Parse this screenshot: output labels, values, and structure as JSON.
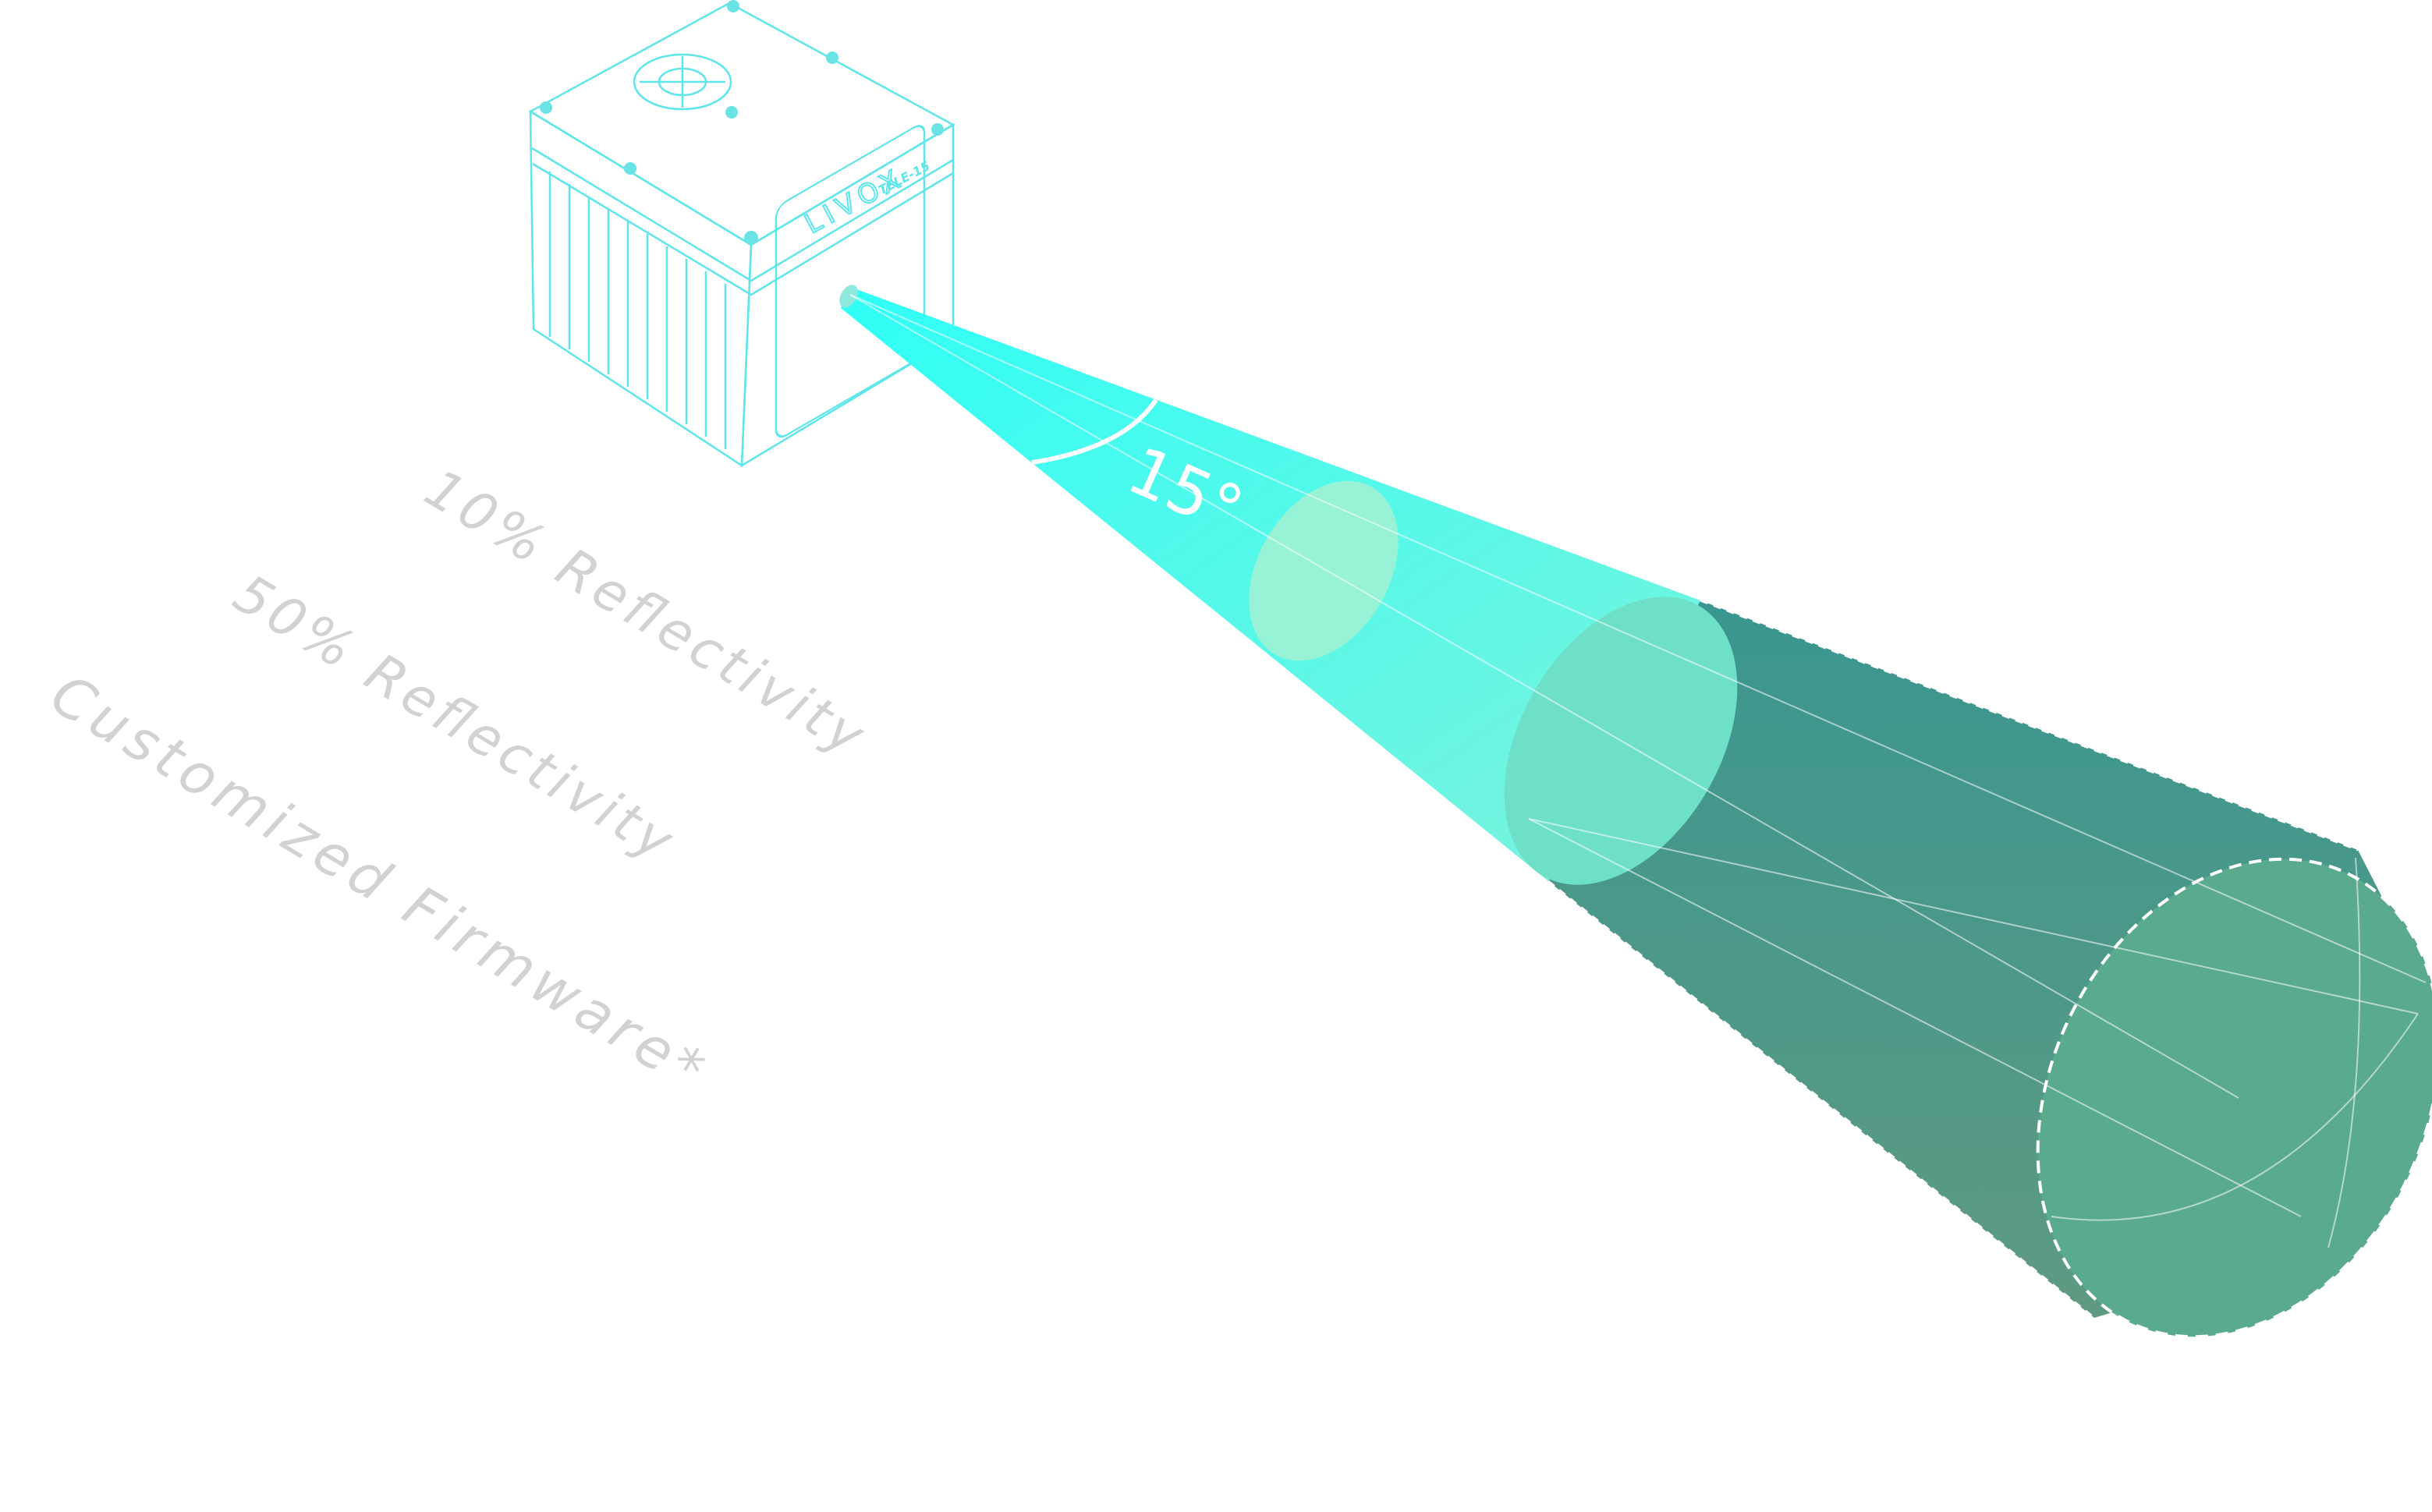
{
  "device": {
    "brand": "LIVOX",
    "model": "TELE-15"
  },
  "beam": {
    "angle_label": "15°",
    "near_color": "#2ffff6",
    "far_color": "#3f9a8c",
    "end_color": "#5aaa8e"
  },
  "features": [
    {
      "label": "10% Reflectivity"
    },
    {
      "label": "50% Reflectivity"
    },
    {
      "label": "Customized Firmware*"
    }
  ]
}
